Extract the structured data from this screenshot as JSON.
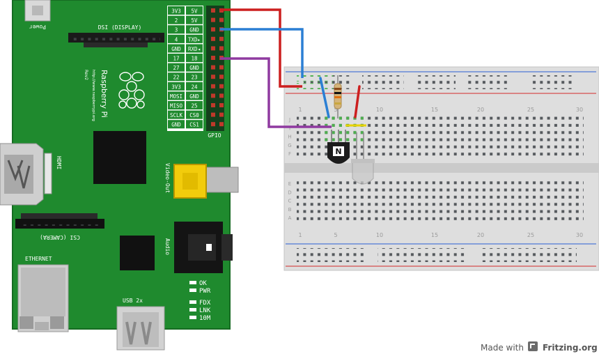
{
  "board": {
    "brand": "Raspberry Pi",
    "url": "http://www.raspberrypi.org",
    "rev": "Rev2",
    "gpio_label": "GPIO",
    "gpio_rows": [
      [
        "3V3",
        "5V"
      ],
      [
        "2",
        "5V"
      ],
      [
        "3",
        "GND"
      ],
      [
        "4",
        "TXD▸"
      ],
      [
        "GND",
        "RXD◂"
      ],
      [
        "17",
        "18"
      ],
      [
        "27",
        "GND"
      ],
      [
        "22",
        "23"
      ],
      [
        "3V3",
        "24"
      ],
      [
        "MOSI",
        "GND"
      ],
      [
        "MISO",
        "25"
      ],
      [
        "SCLK",
        "CS0"
      ],
      [
        "GND",
        "CS1"
      ]
    ],
    "power_label": "Power",
    "dsi_label": "DSI (DISPLAY)",
    "hdmi_label": "HDMI",
    "csi_label": "CSI (CAMERA)",
    "ethernet_label": "ETHERNET",
    "usb_label": "USB 2x",
    "video_label": "Video-Out",
    "audio_label": "Audio",
    "leds": [
      "OK",
      "PWR",
      "FDX",
      "LNK",
      "10M"
    ]
  },
  "breadboard": {
    "column_numbers": [
      "1",
      "5",
      "10",
      "15",
      "20",
      "25",
      "30"
    ],
    "row_letters_top": [
      "J",
      "I",
      "H",
      "G",
      "F"
    ],
    "row_letters_bottom": [
      "E",
      "D",
      "C",
      "B",
      "A"
    ]
  },
  "components": {
    "transistor_mark": "N"
  },
  "wire_colors": {
    "power": "#cc1f1f",
    "ground": "#2b7fd4",
    "signal": "#8f3aa0"
  },
  "footer": {
    "made_with": "Made with",
    "brand": "Fritzing.org"
  }
}
